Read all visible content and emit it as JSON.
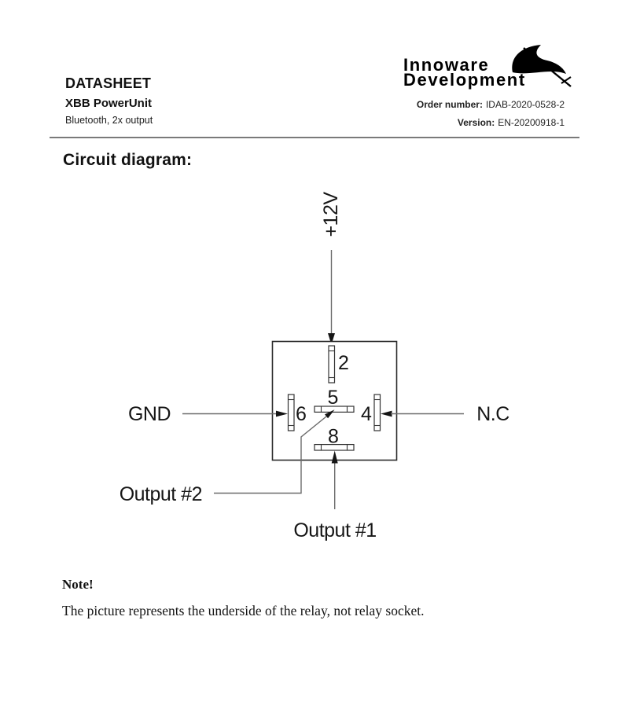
{
  "page": {
    "header": {
      "doc_type": "DATASHEET",
      "product": "XBB PowerUnit",
      "subtitle": "Bluetooth, 2x output",
      "logo": {
        "line1": "Innoware",
        "line2": "Development"
      },
      "order": {
        "label": "Order number:",
        "value": "IDAB-2020-0528-2"
      },
      "version": {
        "label": "Version:",
        "value": "EN-20200918-1"
      }
    },
    "section_title": "Circuit diagram:",
    "diagram": {
      "supply_label": "+12V",
      "gnd_label": "GND",
      "nc_label": "N.C",
      "output2_label": "Output #2",
      "output1_label": "Output #1",
      "pin_top": "2",
      "pin_center": "5",
      "pin_bottom": "8",
      "pin_left": "6",
      "pin_right": "4"
    },
    "note": {
      "title": "Note!",
      "body": "The picture represents the underside of the relay, not relay socket."
    },
    "colors": {
      "leader_line": "#6b6b6b",
      "outline": "#2b2b2b",
      "text": "#111111",
      "rule": "#7a7a7a",
      "background": "#ffffff"
    }
  }
}
